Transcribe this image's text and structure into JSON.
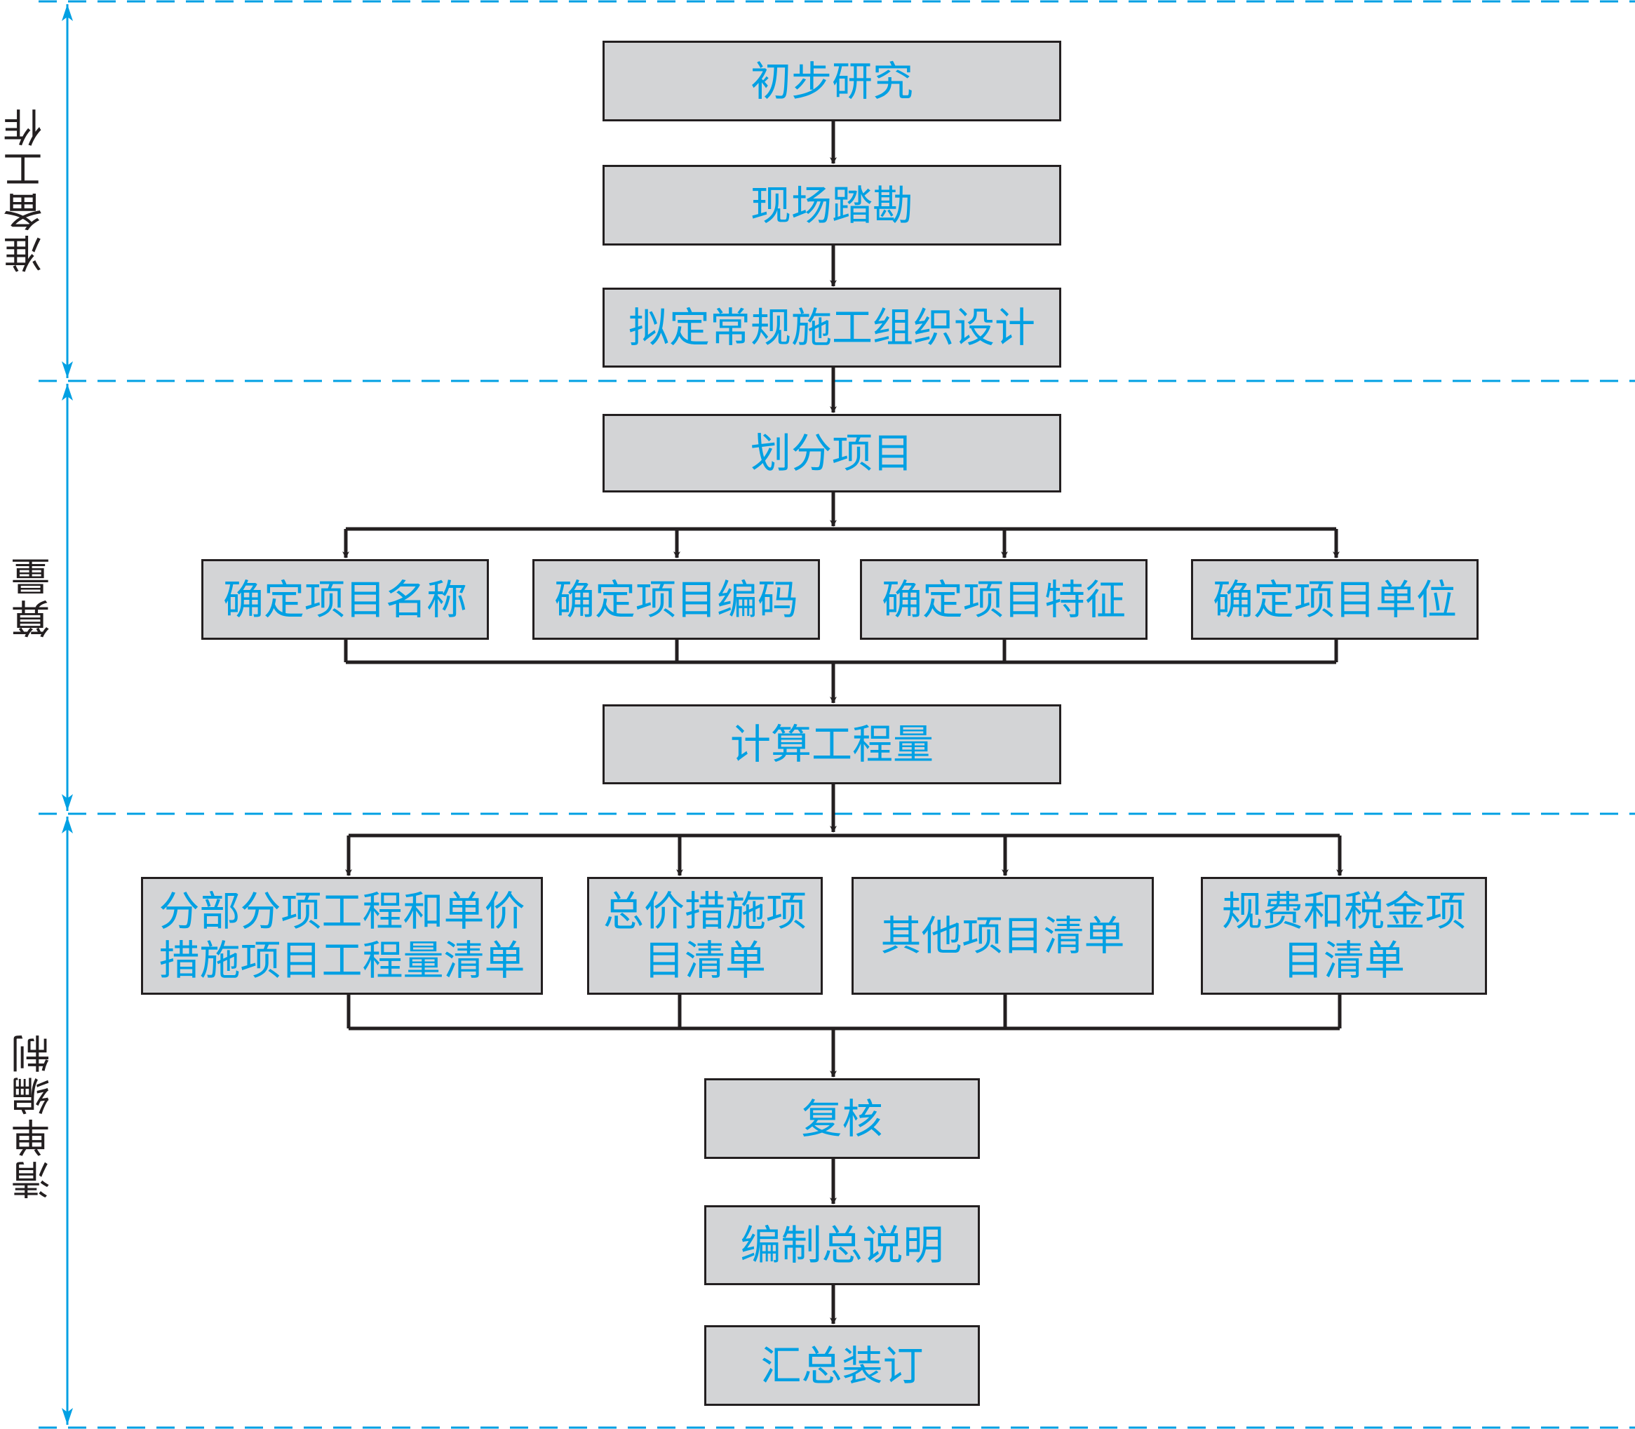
{
  "phases": [
    {
      "id": "prep",
      "label": "准备工作"
    },
    {
      "id": "calc",
      "label": "算量"
    },
    {
      "id": "list",
      "label": "清单编制"
    }
  ],
  "steps": {
    "initial_research": "初步研究",
    "site_survey": "现场踏勘",
    "draft_construction_design": "拟定常规施工组织设计",
    "divide_items": "划分项目",
    "define": [
      "确定项目名称",
      "确定项目编码",
      "确定项目特征",
      "确定项目单位"
    ],
    "calc_quantities": "计算工程量",
    "lists": [
      "分部分项工程和单价\n措施项目工程量清单",
      "总价措施项\n目清单",
      "其他项目清单",
      "规费和税金项\n目清单"
    ],
    "review": "复核",
    "general_notes": "编制总说明",
    "compile_bind": "汇总装订"
  },
  "colors": {
    "box_fill": "#d3d4d6",
    "box_border": "#231f20",
    "box_text": "#00a0e3",
    "phase_divider": "#00a0e3",
    "connector": "#231f20"
  }
}
